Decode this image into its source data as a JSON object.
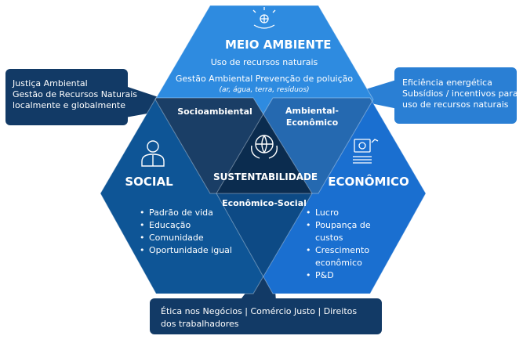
{
  "environment": {
    "title": "MEIO AMBIENTE",
    "line1": "Uso de recursos naturais",
    "line2": "Gestão Ambiental Prevenção de poluição",
    "line3": "(ar, água, terra, resíduos)"
  },
  "social": {
    "title": "SOCIAL",
    "items": [
      "Padrão de vida",
      "Educação",
      "Comunidade",
      "Oportunidade igual"
    ]
  },
  "economic": {
    "title": "ECONÔMICO",
    "items": [
      "Lucro",
      "Poupança de",
      "custos",
      "Crescimento",
      "econômico",
      "P&D"
    ]
  },
  "overlaps": {
    "socio_env": "Socioambiental",
    "env_econ_1": "Ambiental-",
    "env_econ_2": "Econômico",
    "econ_social": "Econômico-Social",
    "center": "SUSTENTABILIDADE"
  },
  "callouts": {
    "left": [
      "Justiça Ambiental",
      "Gestão de Recursos Naturais",
      "localmente e globalmente"
    ],
    "right": [
      "Eficiência energética",
      "Subsídios / incentivos para",
      "uso de recursos naturais"
    ],
    "bottom": [
      "Ética nos Negócios | Comércio Justo | Direitos",
      "dos trabalhadores"
    ]
  },
  "icons": {
    "environment": "earth-hand-icon",
    "social": "person-icon",
    "economic": "money-chart-icon",
    "center": "globe-hands-icon"
  },
  "colors": {
    "environment": "#2E8BE0",
    "social": "#0E5596",
    "economic": "#1A6FD0",
    "overlap_socio_env": "#1A3E66",
    "overlap_env_econ": "#2569B0",
    "overlap_econ_social": "#0D4A85",
    "center": "#0B2C4F",
    "callout_dark": "#123A66",
    "callout_light": "#2A7FD4"
  }
}
